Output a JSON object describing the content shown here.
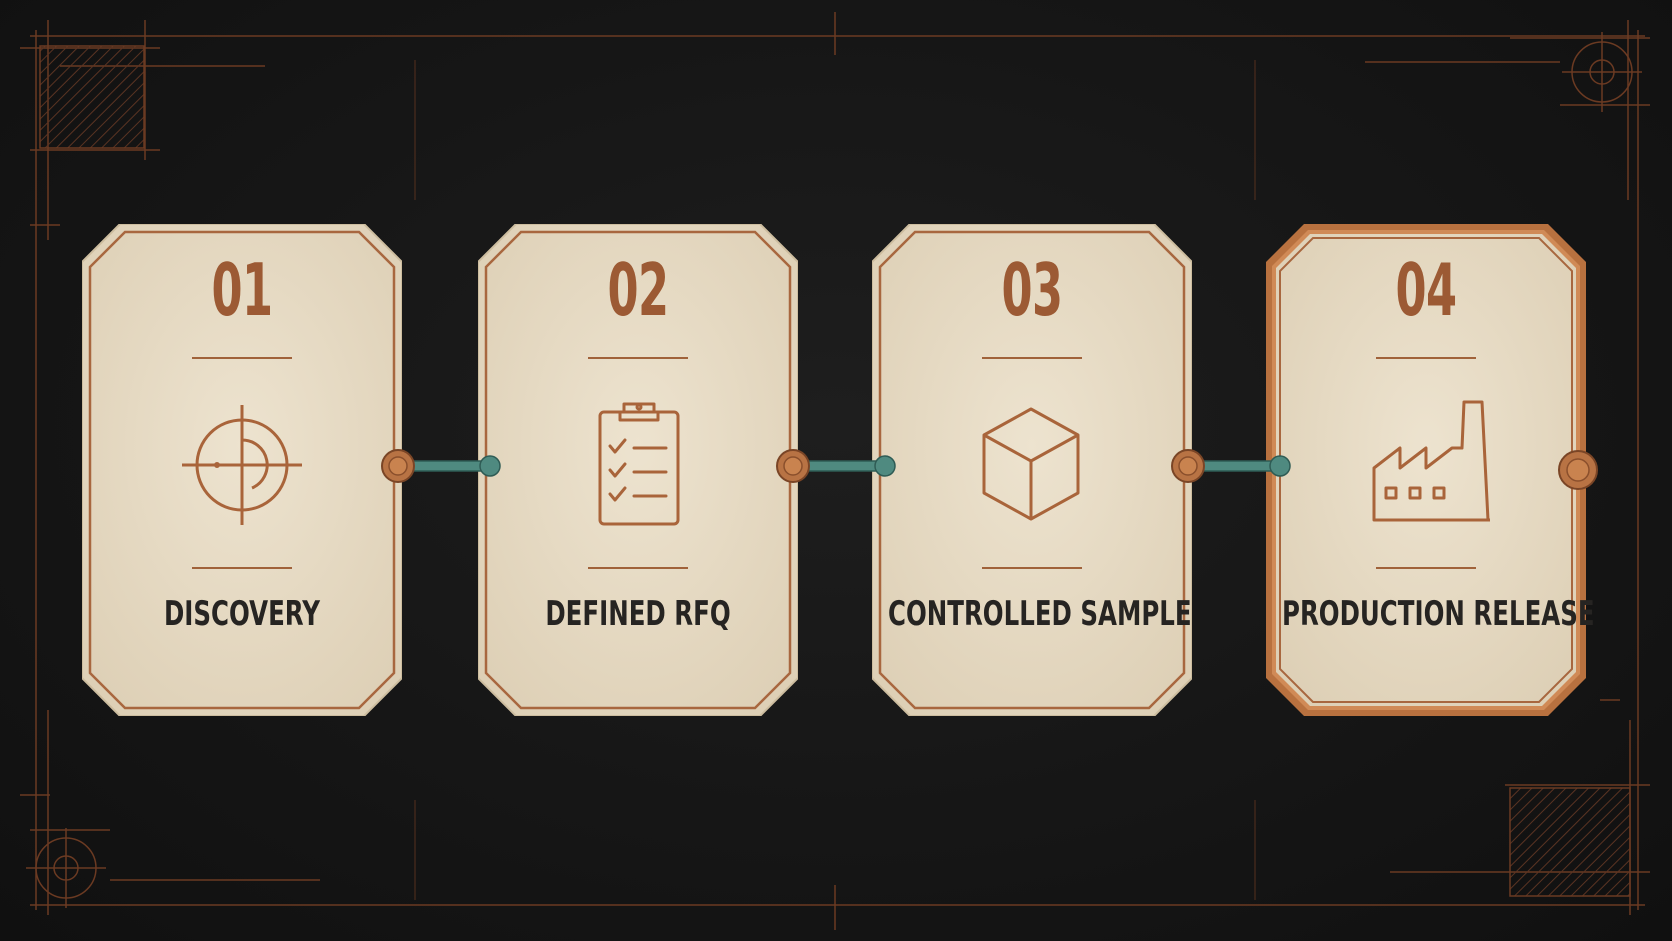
{
  "colors": {
    "background": "#141414",
    "card_fill": "#e8dcc6",
    "card_border": "#a8673f",
    "accent_copper": "#b06a3e",
    "label_text": "#262422",
    "connector_patina": "#4f8a80",
    "blueprint_line": "#6b3a22"
  },
  "steps": [
    {
      "number": "01",
      "label": "DISCOVERY",
      "icon": "crosshair-icon",
      "highlighted": false
    },
    {
      "number": "02",
      "label": "DEFINED RFQ",
      "icon": "clipboard-checklist-icon",
      "highlighted": false
    },
    {
      "number": "03",
      "label": "CONTROLLED SAMPLE",
      "icon": "cube-icon",
      "highlighted": false
    },
    {
      "number": "04",
      "label": "PRODUCTION RELEASE",
      "icon": "factory-icon",
      "highlighted": true
    }
  ]
}
